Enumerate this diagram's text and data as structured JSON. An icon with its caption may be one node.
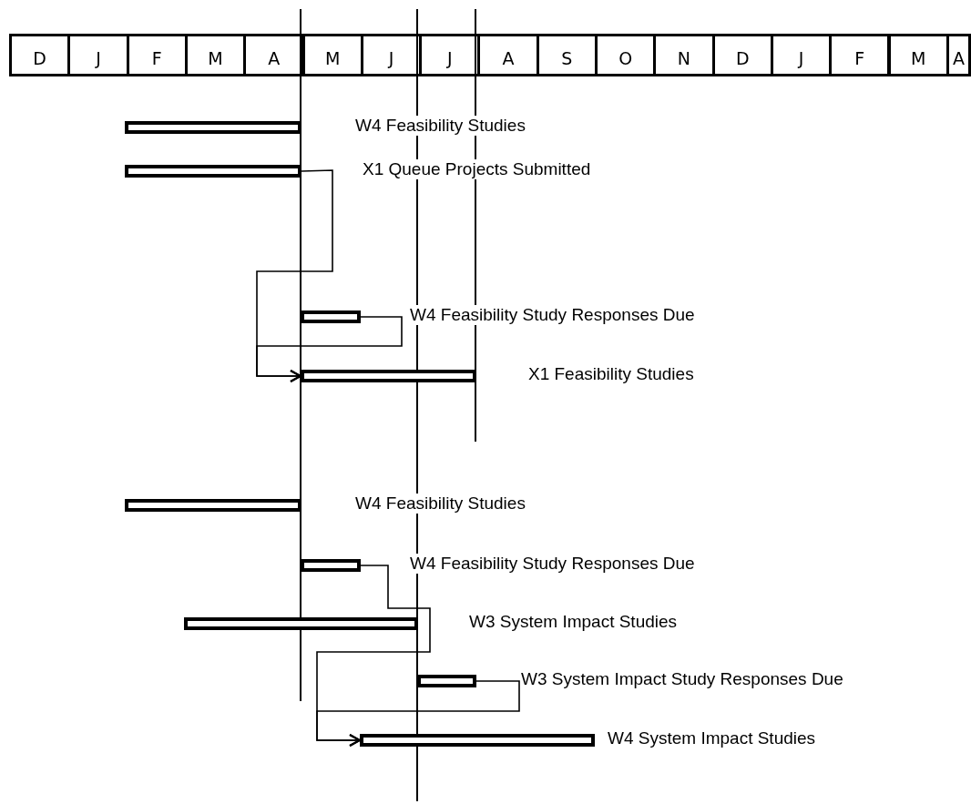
{
  "diagram": {
    "nodes": [
      {
        "text": [],
        "shape": "bar",
        "beside": [
          "W4 Feasibility Studies"
        ]
      },
      {
        "text": [],
        "shape": "bar",
        "beside": [
          "X1 Queue Projects Submitted"
        ]
      },
      {
        "text": [],
        "shape": "bar",
        "beside": [
          "W4 Feasibility Study Responses Due"
        ]
      },
      {
        "text": [],
        "shape": "bar",
        "beside": [
          "X1 Feasibility Studies"
        ]
      },
      {
        "text": [],
        "shape": "bar",
        "beside": [
          "W4 Feasibility Studies"
        ]
      },
      {
        "text": [],
        "shape": "bar",
        "beside": [
          "W4 Feasibility Study Responses Due"
        ]
      },
      {
        "text": [],
        "shape": "bar",
        "beside": [
          "W3 System Impact Studies"
        ]
      },
      {
        "text": [],
        "shape": "bar",
        "beside": [
          "W3 System Impact Study Responses Due"
        ]
      },
      {
        "text": [],
        "shape": "bar",
        "beside": [
          "W4 System Impact Studies"
        ]
      }
    ],
    "edges": [
      {
        "from": 1,
        "to": 3,
        "arrow": "to"
      },
      {
        "from": 2,
        "to": 3,
        "arrow": "to"
      },
      {
        "from": 5,
        "to": 8,
        "arrow": "to"
      },
      {
        "from": 7,
        "to": 8,
        "arrow": "to"
      }
    ],
    "labels": [
      "D",
      "J",
      "F",
      "M",
      "A",
      "M",
      "J",
      "J",
      "A",
      "S",
      "O",
      "N",
      "D",
      "J",
      "F",
      "M",
      "A"
    ]
  }
}
